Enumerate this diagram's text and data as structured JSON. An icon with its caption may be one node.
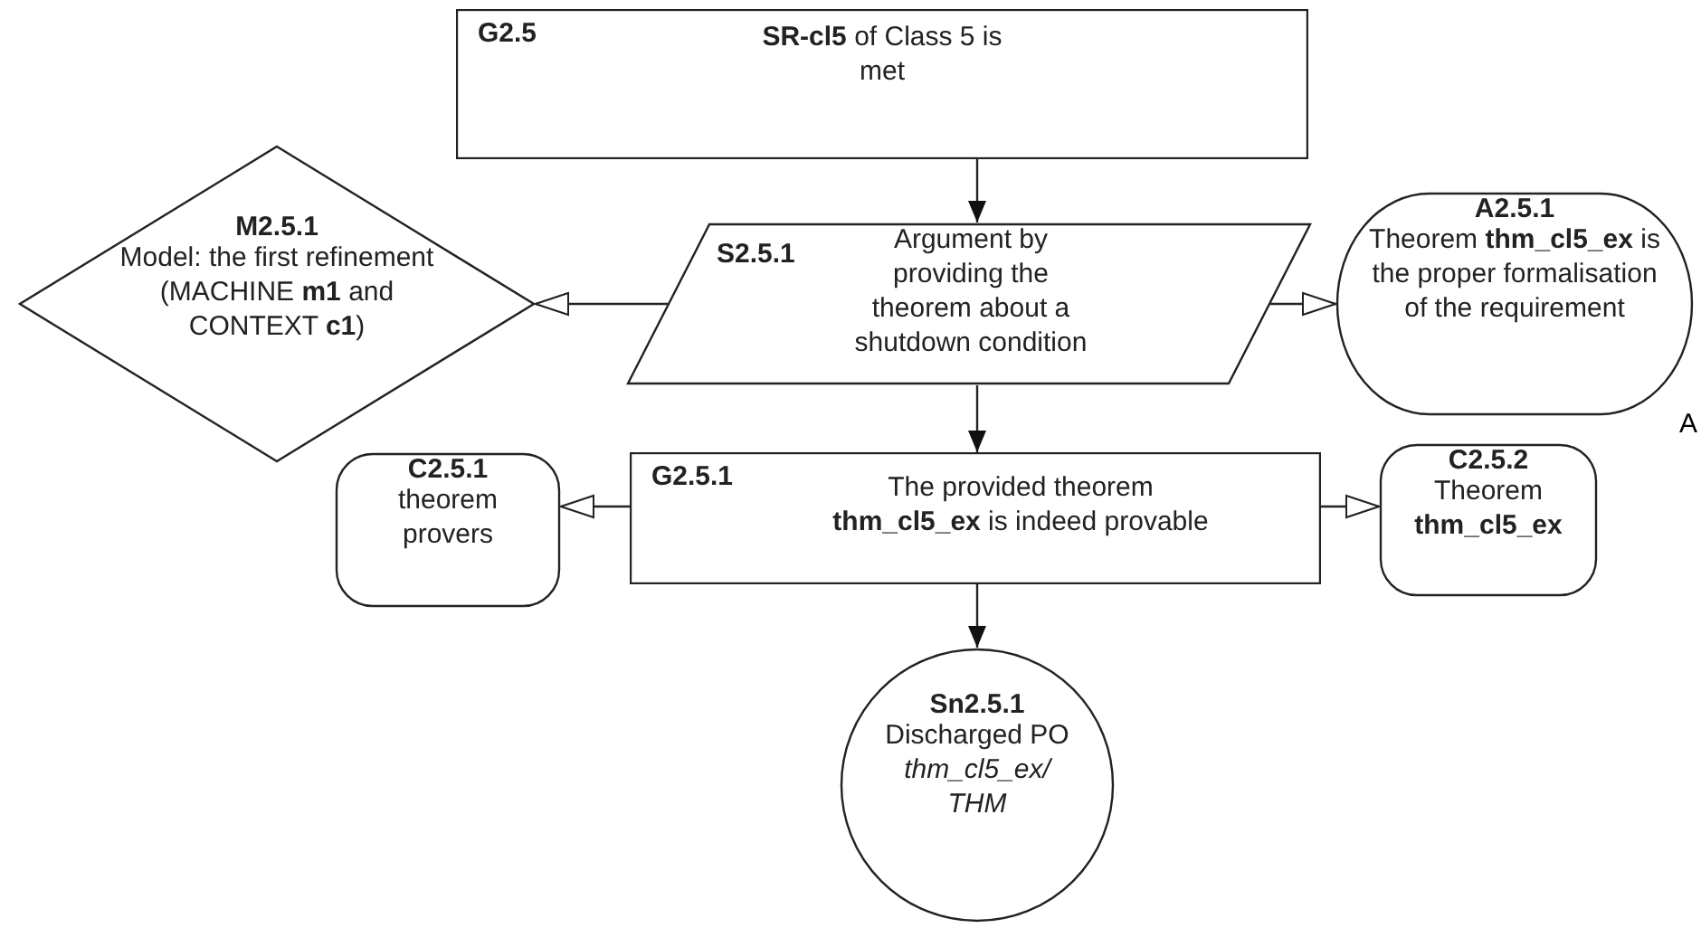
{
  "diagram": {
    "nodes": [
      {
        "text": [
          "G2.5",
          "**SR-cl5** of Class 5 is met"
        ]
      },
      {
        "text": [
          "M2.5.1",
          "Model: the first refinement (MACHINE **m1** and CONTEXT **c1**)"
        ]
      },
      {
        "text": [
          "S2.5.1",
          "Argument by providing the theorem about a shutdown condition"
        ]
      },
      {
        "text": [
          "A2.5.1",
          "Theorem **thm_cl5_ex** is the proper formalisation of the requirement"
        ],
        "beside": [
          "A"
        ]
      },
      {
        "text": [
          "C2.5.1",
          "theorem provers"
        ]
      },
      {
        "text": [
          "G2.5.1",
          "The provided theorem **thm_cl5_ex** is indeed provable"
        ]
      },
      {
        "text": [
          "C2.5.2",
          "Theorem **thm_cl5_ex**"
        ]
      },
      {
        "text": [
          "Sn2.5.1",
          "Discharged PO",
          "*thm_cl5_ex/ THM*"
        ]
      }
    ],
    "edges": [
      {
        "from": 0,
        "to": 2,
        "arrow": "to"
      },
      {
        "from": 2,
        "to": 1,
        "arrow": "to"
      },
      {
        "from": 2,
        "to": 3,
        "arrow": "to"
      },
      {
        "from": 2,
        "to": 5,
        "arrow": "to"
      },
      {
        "from": 5,
        "to": 4,
        "arrow": "to"
      },
      {
        "from": 5,
        "to": 6,
        "arrow": "to"
      },
      {
        "from": 5,
        "to": 7,
        "arrow": "to"
      }
    ]
  }
}
